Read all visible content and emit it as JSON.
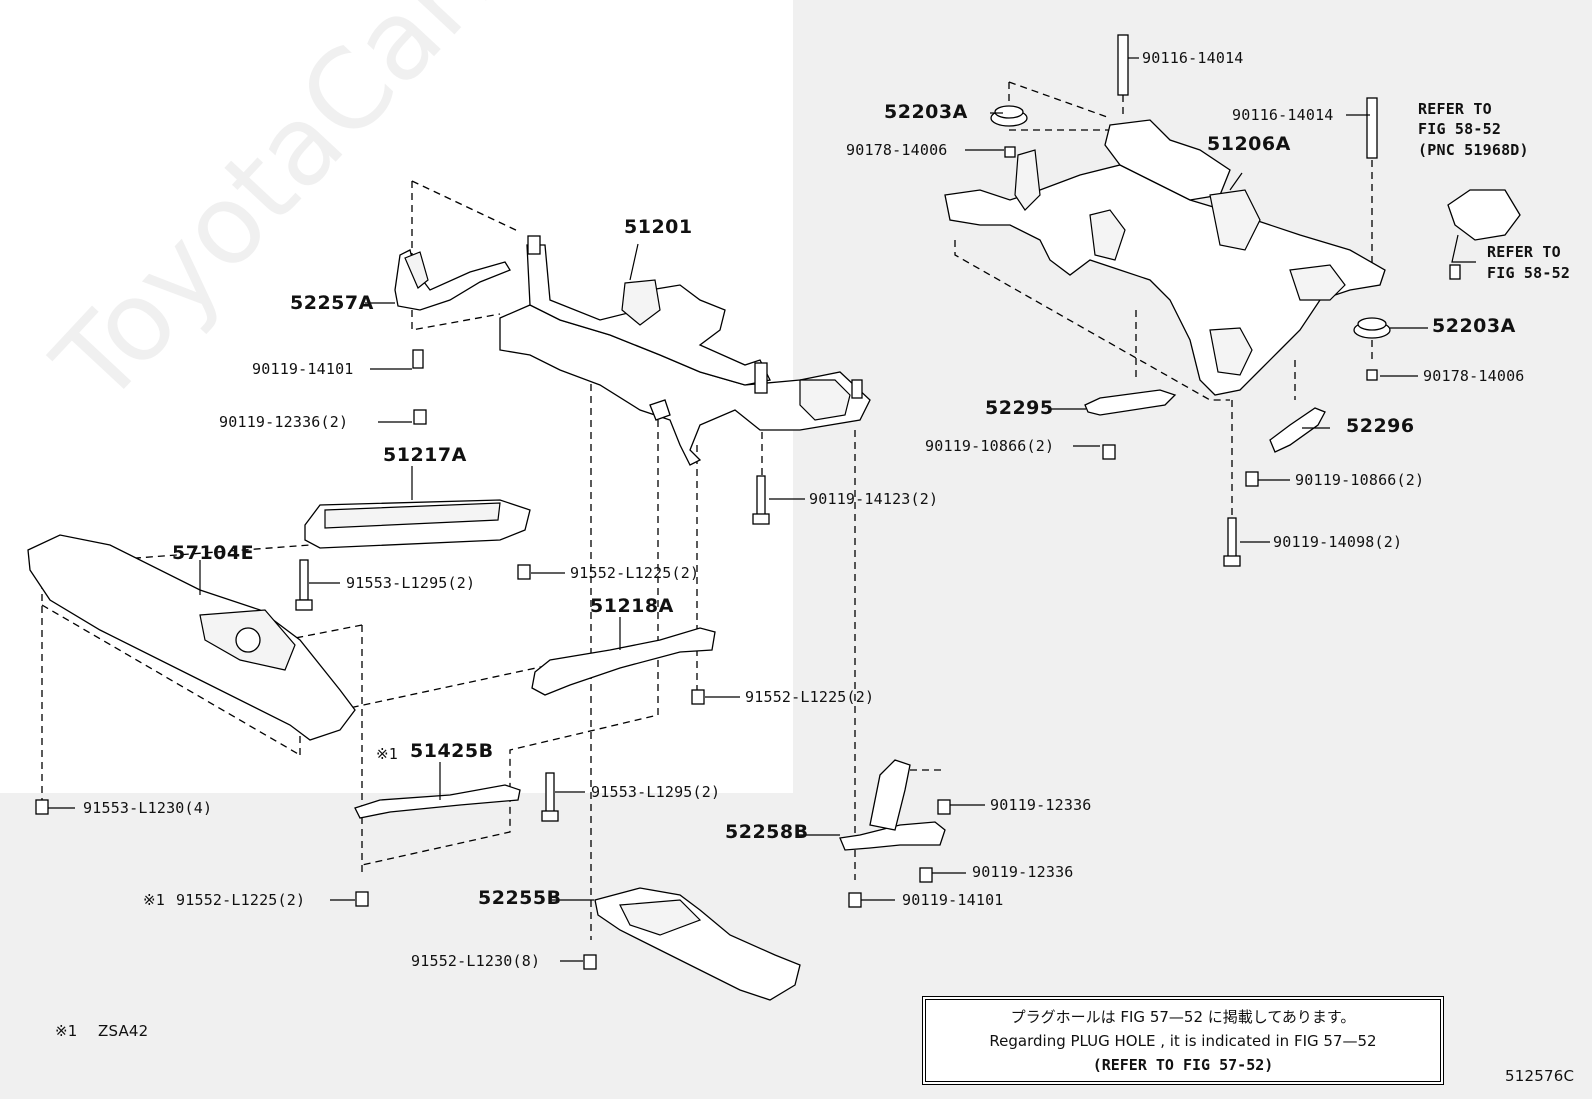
{
  "parts": {
    "p51201": "51201",
    "p51206A": "51206A",
    "p52257A": "52257A",
    "p52203A_top": "52203A",
    "p52203A_right": "52203A",
    "p90116_top": "90116-14014",
    "p90116_mid": "90116-14014",
    "p90178_top": "90178-14006",
    "p90178_right": "90178-14006",
    "p90119_14101_left": "90119-14101",
    "p90119_12336_2": "90119-12336(2)",
    "p51217A": "51217A",
    "p57104E": "57104E",
    "p91553_L1295_left": "91553-L1295(2)",
    "p91552_L1225_top": "91552-L1225(2)",
    "p51218A": "51218A",
    "p91552_L1225_mid": "91552-L1225(2)",
    "p51425B": "51425B",
    "p51425B_mark": "※1",
    "p91553_L1295_mid": "91553-L1295(2)",
    "p91553_L1230": "91553-L1230(4)",
    "p91552_L1225_bottom": "91552-L1225(2)",
    "p91552_L1225_bottom_mark": "※1",
    "p52255B": "52255B",
    "p91552_L1230": "91552-L1230(8)",
    "p52258B": "52258B",
    "p90119_12336_a": "90119-12336",
    "p90119_12336_b": "90119-12336",
    "p90119_14101_right": "90119-14101",
    "p90119_14123": "90119-14123(2)",
    "p52295": "52295",
    "p52296": "52296",
    "p90119_10866_left": "90119-10866(2)",
    "p90119_10866_right": "90119-10866(2)",
    "p90119_14098": "90119-14098(2)"
  },
  "refs": {
    "ref1_line1": "REFER TO",
    "ref1_line2": "FIG 58-52",
    "ref1_line3": "(PNC 51968D)",
    "ref2_line1": "REFER TO",
    "ref2_line2": "FIG 58-52"
  },
  "footnote": {
    "mark": "※1",
    "text": "ZSA42"
  },
  "note": {
    "line_jp": "プラグホールは FIG 57—52 に掲載してあります。",
    "line_en": "Regarding PLUG HOLE , it is indicated in FIG 57—52",
    "line_ref": "(REFER TO FIG 57-52)"
  },
  "diagram_code": "512576C",
  "watermark": "ToyotaCarPlace.ru"
}
